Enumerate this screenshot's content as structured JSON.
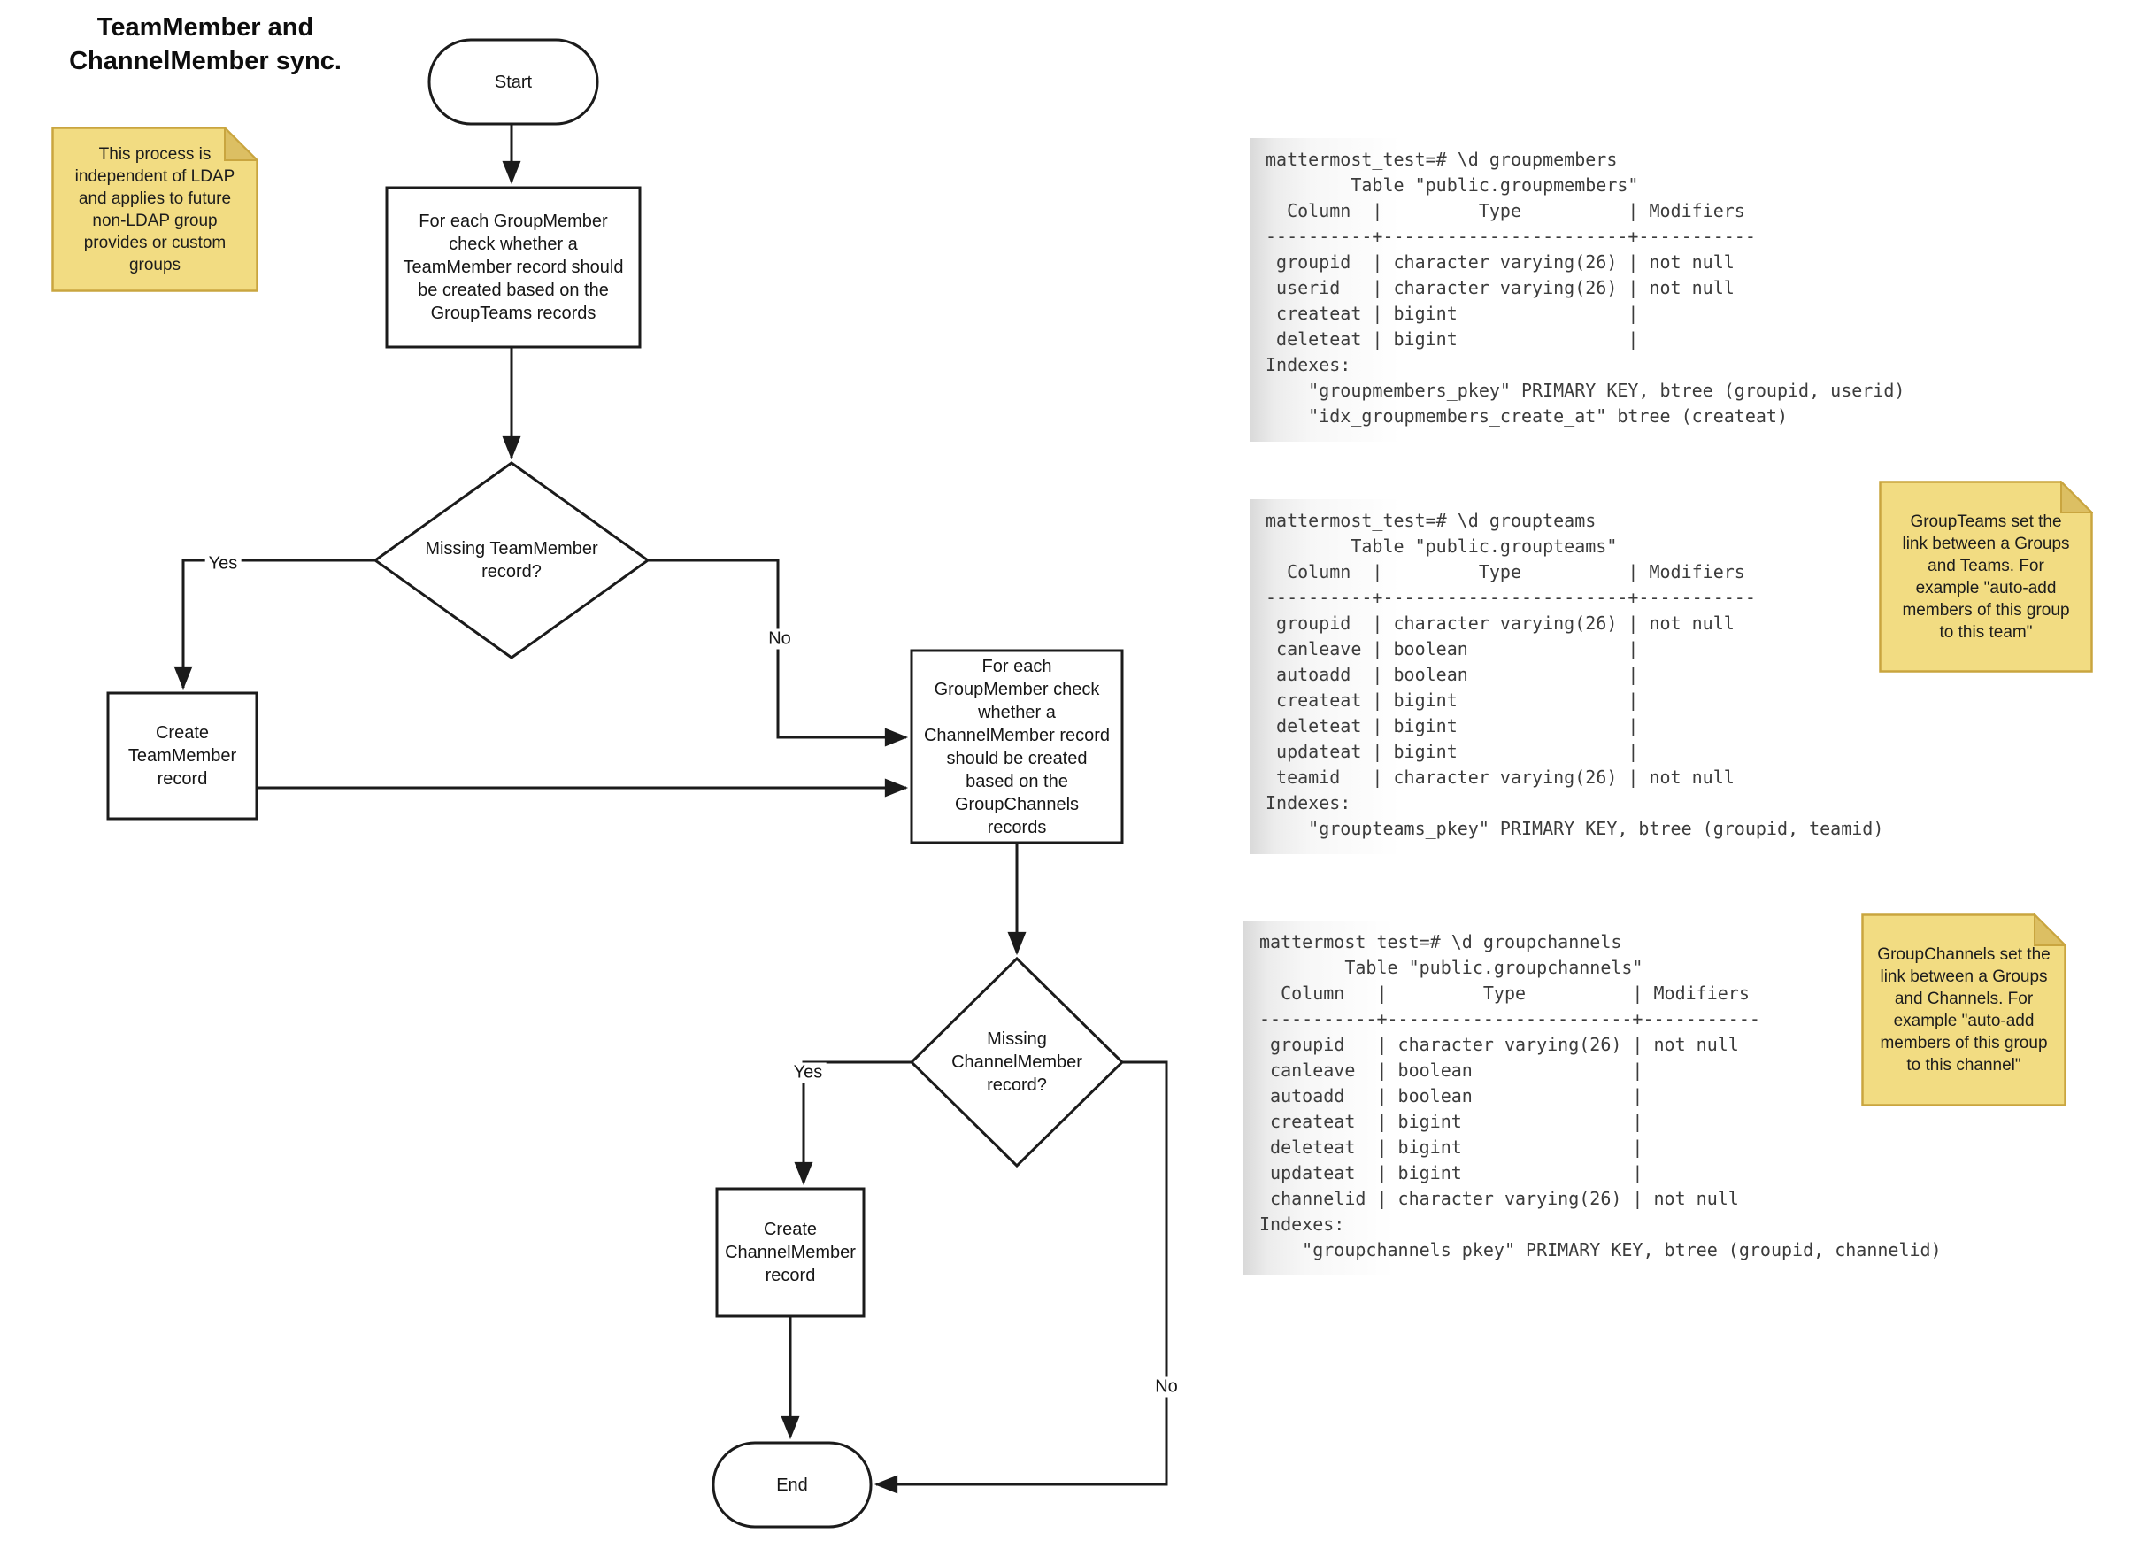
{
  "title": "TeamMember and\nChannelMember sync.",
  "flowchart": {
    "start_label": "Start",
    "process1": "For each GroupMember\ncheck whether a\nTeamMember record should\nbe created based on the\nGroupTeams records",
    "decision1": "Missing TeamMember\nrecord?",
    "create_teammember": "Create\nTeamMember\nrecord",
    "process2": "For each\nGroupMember check\nwhether a\nChannelMember record\nshould be created\nbased on the\nGroupChannels\nrecords",
    "decision2": "Missing\nChannelMember\nrecord?",
    "create_channelmember": "Create\nChannelMember\nrecord",
    "end_label": "End",
    "edge_labels": {
      "decision1_yes": "Yes",
      "decision1_no": "No",
      "decision2_yes": "Yes",
      "decision2_no": "No"
    }
  },
  "notes": {
    "ldap": "This process is\nindependent of LDAP\nand applies to future\nnon-LDAP group\nprovides or custom\ngroups",
    "groupteams": "GroupTeams set the\nlink between a Groups\nand Teams. For\nexample \"auto-add\nmembers of this group\nto this team\"",
    "groupchannels": "GroupChannels set the\nlink between a Groups\nand Channels. For\nexample \"auto-add\nmembers of this group\nto this channel\""
  },
  "terminals": {
    "groupmembers": "mattermost_test=# \\d groupmembers\n        Table \"public.groupmembers\"\n  Column  |         Type          | Modifiers \n----------+-----------------------+-----------\n groupid  | character varying(26) | not null\n userid   | character varying(26) | not null\n createat | bigint                | \n deleteat | bigint                | \nIndexes:\n    \"groupmembers_pkey\" PRIMARY KEY, btree (groupid, userid)\n    \"idx_groupmembers_create_at\" btree (createat)",
    "groupteams": "mattermost_test=# \\d groupteams\n        Table \"public.groupteams\"\n  Column  |         Type          | Modifiers \n----------+-----------------------+-----------\n groupid  | character varying(26) | not null\n canleave | boolean               | \n autoadd  | boolean               | \n createat | bigint                | \n deleteat | bigint                | \n updateat | bigint                | \n teamid   | character varying(26) | not null\nIndexes:\n    \"groupteams_pkey\" PRIMARY KEY, btree (groupid, teamid)",
    "groupchannels": "mattermost_test=# \\d groupchannels\n        Table \"public.groupchannels\"\n  Column   |         Type          | Modifiers \n-----------+-----------------------+-----------\n groupid   | character varying(26) | not null\n canleave  | boolean               | \n autoadd   | boolean               | \n createat  | bigint                | \n deleteat  | bigint                | \n updateat  | bigint                | \n channelid | character varying(26) | not null\nIndexes:\n    \"groupchannels_pkey\" PRIMARY KEY, btree (groupid, channelid)"
  },
  "colors": {
    "note_fill": "#F2DC82",
    "note_border": "#C9A53F",
    "note_fold": "#DCBF63",
    "line": "#1B1B1B",
    "terminal_text": "#3C3C3C"
  }
}
